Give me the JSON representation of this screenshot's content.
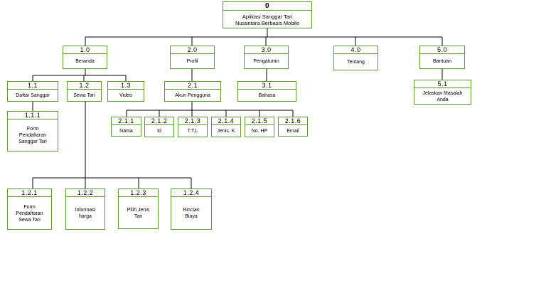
{
  "colors": {
    "box_border": "#5a9a32",
    "connector": "#000000",
    "background": "#ffffff"
  },
  "nodes": {
    "n0": {
      "num": "0",
      "label": "Aplikasi Sanggar Tari\nNusantara Berbasis Mobile"
    },
    "n1": {
      "num": "1.0",
      "label": "Beranda"
    },
    "n2": {
      "num": "2.0",
      "label": "Profil"
    },
    "n3": {
      "num": "3.0",
      "label": "Pengaturan"
    },
    "n4": {
      "num": "4.0",
      "label": "Tentang"
    },
    "n5": {
      "num": "5.0",
      "label": "Bantuan"
    },
    "n11": {
      "num": "1.1",
      "label": "Daftar Sanggar"
    },
    "n12": {
      "num": "1.2",
      "label": "Sewa Tari"
    },
    "n13": {
      "num": "1.3",
      "label": "Video"
    },
    "n111": {
      "num": "1.1.1",
      "label": "Form\nPendaftaran\nSanggar Tari"
    },
    "n21": {
      "num": "2.1",
      "label": "Akun Pengguna"
    },
    "n211": {
      "num": "2.1.1",
      "label": "Nama"
    },
    "n212": {
      "num": "2.1.2",
      "label": "Id"
    },
    "n213": {
      "num": "2.1.3",
      "label": "T.T.L"
    },
    "n214": {
      "num": "2.1.4",
      "label": "Jenis. K"
    },
    "n215": {
      "num": "2.1.5",
      "label": "No. HP"
    },
    "n216": {
      "num": "2.1.6",
      "label": "Email"
    },
    "n31": {
      "num": "3.1",
      "label": "Bahasa"
    },
    "n51": {
      "num": "5.1",
      "label": "Jelaskan Masalah\nAnda"
    },
    "n121": {
      "num": "1.2.1",
      "label": "Form\nPendaftaran\nSewa Tari"
    },
    "n122": {
      "num": "1.2.2",
      "label": "Informasi\nharga"
    },
    "n123": {
      "num": "1.2.3",
      "label": "Pilih Jenis\nTari"
    },
    "n124": {
      "num": "1.2.4",
      "label": "Rincian\nBiaya"
    }
  }
}
